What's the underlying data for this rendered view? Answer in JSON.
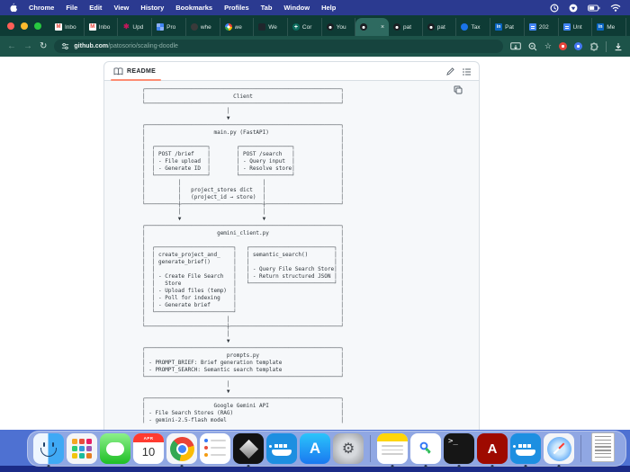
{
  "colors": {
    "menubar_bg": "#2b3a90",
    "tabstrip_bg": "#0e3b35",
    "active_tab_bg": "#2e6a60",
    "toolbar_bg": "#1d5349",
    "urlbar_bg": "#16443e",
    "readme_underline": "#fd8c73",
    "code_bg": "#f6f8fa",
    "card_border": "#d8dee4",
    "text": "#1f2328",
    "wallpaper_mid": "#4e71d2",
    "wallpaper_dark": "#1b2b87"
  },
  "menubar": {
    "items": [
      "Chrome",
      "File",
      "Edit",
      "View",
      "History",
      "Bookmarks",
      "Profiles",
      "Tab",
      "Window",
      "Help"
    ],
    "status_icons": [
      "menu-status-icon",
      "location-icon",
      "battery-icon",
      "wifi-icon"
    ]
  },
  "tabstrip": {
    "close_glyph": "×",
    "tabs": [
      {
        "label": "Inbo",
        "favicon": "gmail"
      },
      {
        "label": "Inbo",
        "favicon": "gmail"
      },
      {
        "label": "Upd",
        "favicon": "flower"
      },
      {
        "label": "Pro",
        "favicon": "grid"
      },
      {
        "label": "whe",
        "favicon": "dark"
      },
      {
        "label": "we",
        "favicon": "google"
      },
      {
        "label": "We",
        "favicon": "darksq"
      },
      {
        "label": "Cor",
        "favicon": "cross"
      },
      {
        "label": "You",
        "favicon": "github"
      },
      {
        "label": "",
        "favicon": "github",
        "active": true
      },
      {
        "label": "pat",
        "favicon": "github"
      },
      {
        "label": "pat",
        "favicon": "github"
      },
      {
        "label": "Tax",
        "favicon": "bluecircle"
      },
      {
        "label": "Pat",
        "favicon": "linkedin"
      },
      {
        "label": "202",
        "favicon": "docs"
      },
      {
        "label": "Unt",
        "favicon": "docs"
      },
      {
        "label": "Me",
        "favicon": "linkedin"
      }
    ]
  },
  "toolbar": {
    "back_glyph": "←",
    "forward_glyph": "→",
    "reload_glyph": "↻",
    "star_glyph": "☆",
    "url_host": "github.com",
    "url_path": "/patosorio/scaling-doodle"
  },
  "readme": {
    "label": "README",
    "diagram_lines": [
      "┌────────────────────────────────────────────────────────────┐",
      "│                           Client                           │",
      "└────────────────────────────────────────────────────────────┘",
      "                          │",
      "                          ▼",
      "┌────────────────────────────────────────────────────────────┐",
      "│                     main.py (FastAPI)                      │",
      "│                                                            │",
      "│  ┌────────────────┐        ┌────────────────┐              │",
      "│  │ POST /brief    │        │ POST /search   │              │",
      "│  │ - File upload  │        │ - Query input  │              │",
      "│  │ - Generate ID  │        │ - Resolve store│              │",
      "│  └────────────────┘        └────────────────┘              │",
      "│          │                         │                       │",
      "│          │   project_stores dict   │                       │",
      "│          │   (project_id → store)  │                       │",
      "└──────────┼─────────────────────────┼───────────────────────┘",
      "           │                         │",
      "           ▼                         ▼",
      "┌────────────────────────────────────────────────────────────┐",
      "│                      gemini_client.py                      │",
      "│                                                            │",
      "│  ┌────────────────────────┐   ┌──────────────────────────┐ │",
      "│  │ create_project_and_    │   │ semantic_search()        │ │",
      "│  │ generate_brief()       │   │                          │ │",
      "│  │                        │   │ - Query File Search Store│ │",
      "│  │ - Create File Search   │   │ - Return structured JSON │ │",
      "│  │   Store                │   └──────────────────────────┘ │",
      "│  │ - Upload files (temp)  │                                │",
      "│  │ - Poll for indexing    │                                │",
      "│  │ - Generate brief       │                                │",
      "│  └────────────────────────┘                                │",
      "│                         │                                  │",
      "└─────────────────────────┼──────────────────────────────────┘",
      "                          │",
      "                          ▼",
      "┌────────────────────────────────────────────────────────────┐",
      "│                         prompts.py                         │",
      "│ - PROMPT_BRIEF: Brief generation template                  │",
      "│ - PROMPT_SEARCH: Semantic search template                  │",
      "└────────────────────────────────────────────────────────────┘",
      "                          │",
      "                          ▼",
      "┌────────────────────────────────────────────────────────────┐",
      "│                     Google Gemini API                      │",
      "│ - File Search Stores (RAG)                                 │",
      "│ - gemini-2.5-flash model                                   │"
    ]
  },
  "dock": {
    "calendar_month": "APR",
    "calendar_day": "10",
    "terminal_prompt": ">_",
    "appstore_glyph": "A",
    "acrobat_glyph": "A",
    "launchpad_colors": [
      "#f6a623",
      "#e74c3c",
      "#e91e63",
      "#2ecc71",
      "#3498db",
      "#9b59b6",
      "#f1c40f",
      "#1abc9c",
      "#e67e22"
    ],
    "reminder_dot_colors": [
      "#3478f6",
      "#e74c3c",
      "#f39c12"
    ]
  }
}
